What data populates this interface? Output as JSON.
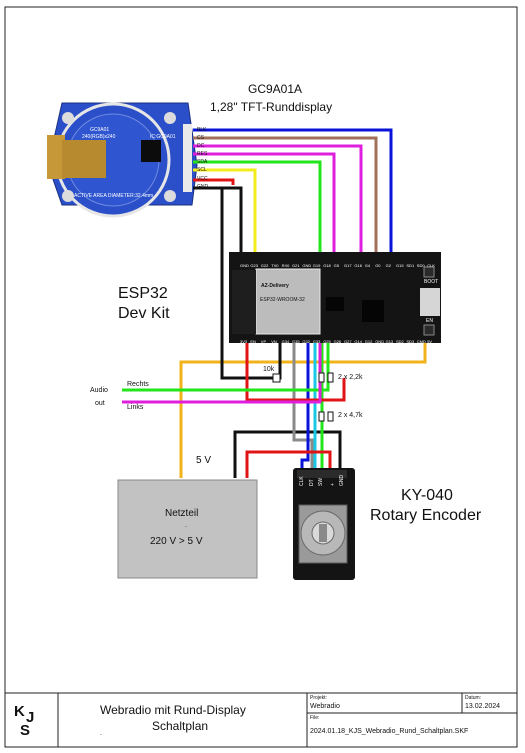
{
  "display": {
    "model": "GC9A01A",
    "description": "1,28\" TFT-Runddisplay",
    "board_text": [
      "GC9A01",
      "240(RGB)x240",
      "ACTIVE AREA DIAMETER:32.4mm",
      "IC:GC9A01"
    ],
    "pins": [
      "BLK",
      "CS",
      "DC",
      "RES",
      "SDA",
      "SCL",
      "VCC",
      "GND"
    ]
  },
  "mcu": {
    "label_line1": "ESP32",
    "label_line2": "Dev Kit",
    "brand": "AZ-Delivery",
    "module": "ESP32-WROOM-32",
    "top_pins": [
      "GND",
      "G23",
      "G22",
      "TX0",
      "RX0",
      "G21",
      "GND",
      "G19",
      "G18",
      "G5",
      "G17",
      "G16",
      "G4",
      "G0",
      "G2",
      "G15",
      "SD1",
      "SD0",
      "CLK"
    ],
    "bottom_pins": [
      "3V3",
      "EN",
      "VP",
      "VN",
      "G34",
      "G35",
      "G32",
      "G33",
      "G25",
      "G26",
      "G27",
      "G14",
      "G12",
      "GND",
      "G13",
      "SD2",
      "SD3",
      "CMD",
      "5V"
    ],
    "buttons": [
      "BOOT",
      "EN"
    ]
  },
  "resistors": {
    "r1": "10k",
    "pair_a": "2 x 2,2k",
    "pair_b": "2 x 4,7k"
  },
  "audio": {
    "label_line1": "Audio",
    "label_line2": "out",
    "right": "Rechts",
    "left": "Links"
  },
  "power": {
    "wire_label": "5 V",
    "title": "Netzteil",
    "dot": ".",
    "spec": "220 V  >  5 V"
  },
  "encoder": {
    "model": "KY-040",
    "name": "Rotary Encoder",
    "pins": [
      "CLK",
      "DT",
      "SW",
      "+",
      "GND"
    ]
  },
  "title_block": {
    "logo_k": "K",
    "logo_j": "J",
    "logo_s": "S",
    "title_line1": "Webradio mit Rund-Display",
    "title_line2": "Schaltplan",
    "dot": ".",
    "project_label": "Projekt:",
    "project_value": "Webradio",
    "date_label": "Datum:",
    "date_value": "13.02.2024",
    "file_label": "File:",
    "file_value": "2024.01.18_KJS_Webradio_Rund_Schaltplan.SKF"
  },
  "colors": {
    "blue": "#0a14d8",
    "brown": "#a0705a",
    "magenta": "#e01ee0",
    "green": "#22e61a",
    "yellow": "#f2ec1a",
    "red": "#e01414",
    "black": "#111111",
    "orange": "#f2b21a",
    "gray": "#8a8a8a",
    "cyan": "#19c8e6",
    "board_blue": "#2a4fc8",
    "pcb_black": "#141414",
    "psu_gray": "#c2c2c2"
  }
}
